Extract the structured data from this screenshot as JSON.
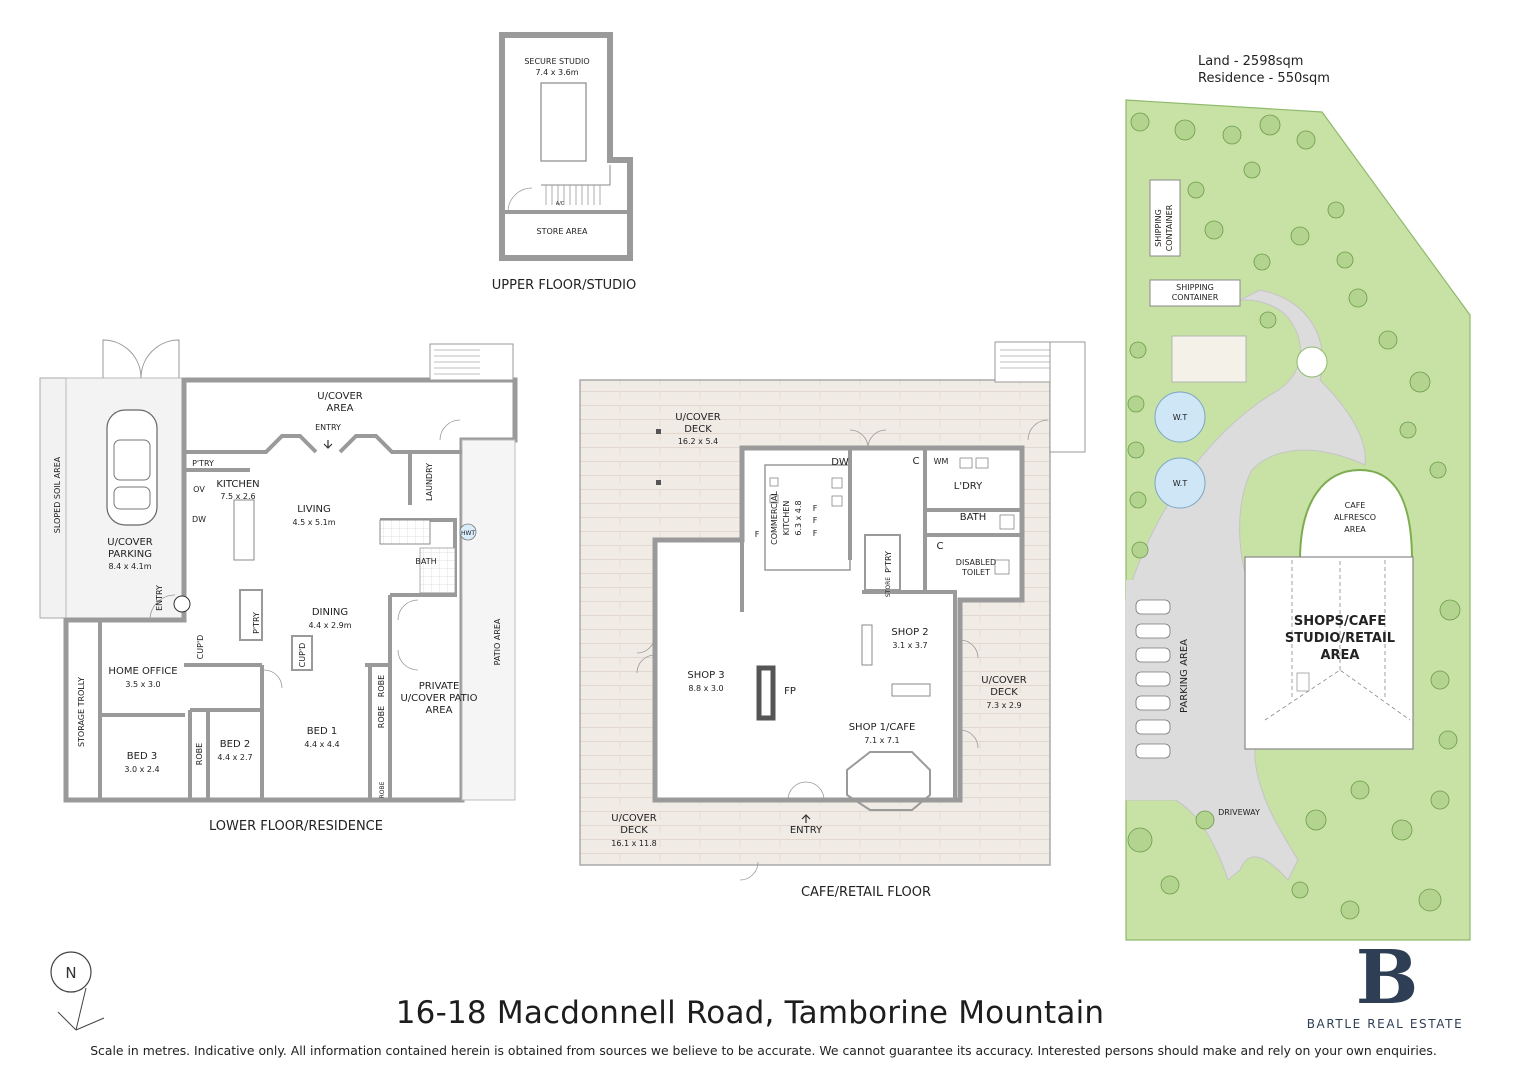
{
  "title": "16-18 Macdonnell Road, Tamborine Mountain",
  "disclaimer": "Scale in metres. Indicative only. All information contained herein is obtained from sources we believe to be accurate. We cannot guarantee its accuracy. Interested persons should make and rely on your own enquiries.",
  "brand": {
    "letter": "B",
    "name": "BARTLE REAL ESTATE",
    "color": "#2e3f55"
  },
  "compass": {
    "letter": "N"
  },
  "site": {
    "land": "Land - 2598sqm",
    "residence": "Residence - 550sqm"
  },
  "colors": {
    "wall": "#9a9a9a",
    "deck": "#efe9e4",
    "grass": "#c9e2a8",
    "path": "#dcdcdc",
    "water": "#cfe6f7"
  },
  "upper": {
    "caption": "UPPER FLOOR/STUDIO",
    "studio": "SECURE STUDIO",
    "studio_dim": "7.4 x 3.6m",
    "store": "STORE AREA",
    "ac": "A/C"
  },
  "lower": {
    "caption": "LOWER FLOOR/RESIDENCE",
    "sloped": "SLOPED SOIL AREA",
    "parking": "U/COVER",
    "parking2": "PARKING",
    "parking_dim": "8.4 x 4.1m",
    "ucover": "U/COVER",
    "ucover2": "AREA",
    "entry": "ENTRY",
    "side_entry": "ENTRY",
    "ptry": "P'TRY",
    "ov": "OV",
    "dw": "DW",
    "kitchen": "KITCHEN",
    "kitchen_dim": "7.5 x 2.6",
    "living": "LIVING",
    "living_dim": "4.5 x 5.1m",
    "laundry": "LAUNDRY",
    "bath": "BATH",
    "hwt": "HWT",
    "dining": "DINING",
    "dining_dim": "4.4 x 2.9m",
    "ptry2": "P'TRY",
    "cupd": "CUP'D",
    "cupd2": "CUP'D",
    "office": "HOME OFFICE",
    "office_dim": "3.5 x 3.0",
    "trolly": "STORAGE TROLLY",
    "bed3": "BED 3",
    "bed3_dim": "3.0 x 2.4",
    "robe1": "ROBE",
    "bed2": "BED 2",
    "bed2_dim": "4.4 x 2.7",
    "bed1": "BED 1",
    "bed1_dim": "4.4 x 4.4",
    "robe2": "ROBE",
    "robe3": "ROBE",
    "robe4": "ROBE",
    "patio": "PRIVATE",
    "patio2": "U/COVER PATIO",
    "patio3": "AREA",
    "patio_area": "PATIO AREA"
  },
  "cafe": {
    "caption": "CAFE/RETAIL FLOOR",
    "deck_top": "U/COVER",
    "deck_top2": "DECK",
    "deck_top_dim": "16.2 x 5.4",
    "dw": "DW",
    "c1": "C",
    "wm": "WM",
    "ldry": "L'DRY",
    "bath": "BATH",
    "c2": "C",
    "disabled": "DISABLED",
    "toilet": "TOILET",
    "comm": "COMMERCIAL",
    "comm2": "KITCHEN",
    "comm_dim": "6.3 x 4.8",
    "f1": "F",
    "f2": "F",
    "f3": "F",
    "f4": "F",
    "ptry": "P'TRY",
    "store": "STORE",
    "shop2": "SHOP 2",
    "shop2_dim": "3.1 x 3.7",
    "shop3": "SHOP 3",
    "shop3_dim": "8.8 x 3.0",
    "fp": "FP",
    "shop1": "SHOP 1/CAFE",
    "shop1_dim": "7.1 x 7.1",
    "deck_r": "U/COVER",
    "deck_r2": "DECK",
    "deck_r_dim": "7.3 x 2.9",
    "deck_bl": "U/COVER",
    "deck_bl2": "DECK",
    "deck_bl_dim": "16.1 x 11.8",
    "entry": "ENTRY"
  },
  "siteplan": {
    "shipping_v": "SHIPPING",
    "shipping_v2": "CONTAINER",
    "shipping_h": "SHIPPING",
    "shipping_h2": "CONTAINER",
    "wt1": "W.T",
    "wt2": "W.T",
    "alfresco": "CAFE",
    "alfresco2": "ALFRESCO",
    "alfresco3": "AREA",
    "shops": "SHOPS/CAFE",
    "shops2": "STUDIO/RETAIL",
    "shops3": "AREA",
    "parking": "PARKING AREA",
    "driveway": "DRIVEWAY"
  }
}
